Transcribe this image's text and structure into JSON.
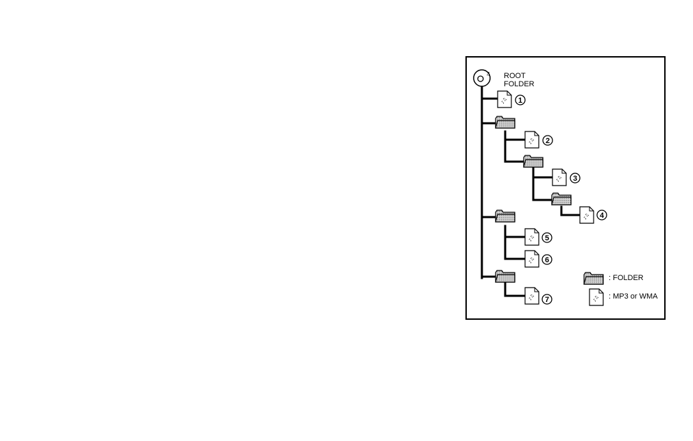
{
  "root": {
    "label_line1": "ROOT",
    "label_line2": "FOLDER",
    "icon": "disc-icon"
  },
  "files": [
    {
      "number": "1",
      "icon": "music-file-icon"
    },
    {
      "number": "2",
      "icon": "music-file-icon"
    },
    {
      "number": "3",
      "icon": "music-file-icon"
    },
    {
      "number": "4",
      "icon": "music-file-icon"
    },
    {
      "number": "5",
      "icon": "music-file-icon"
    },
    {
      "number": "6",
      "icon": "music-file-icon"
    },
    {
      "number": "7",
      "icon": "music-file-icon"
    }
  ],
  "legend": {
    "folder_label": ": FOLDER",
    "file_label": ": MP3 or WMA",
    "folder_icon": "folder-icon",
    "file_icon": "music-file-icon"
  },
  "colors": {
    "line": "#000000",
    "folder_fill": "#b8b8b8",
    "background": "#ffffff"
  }
}
